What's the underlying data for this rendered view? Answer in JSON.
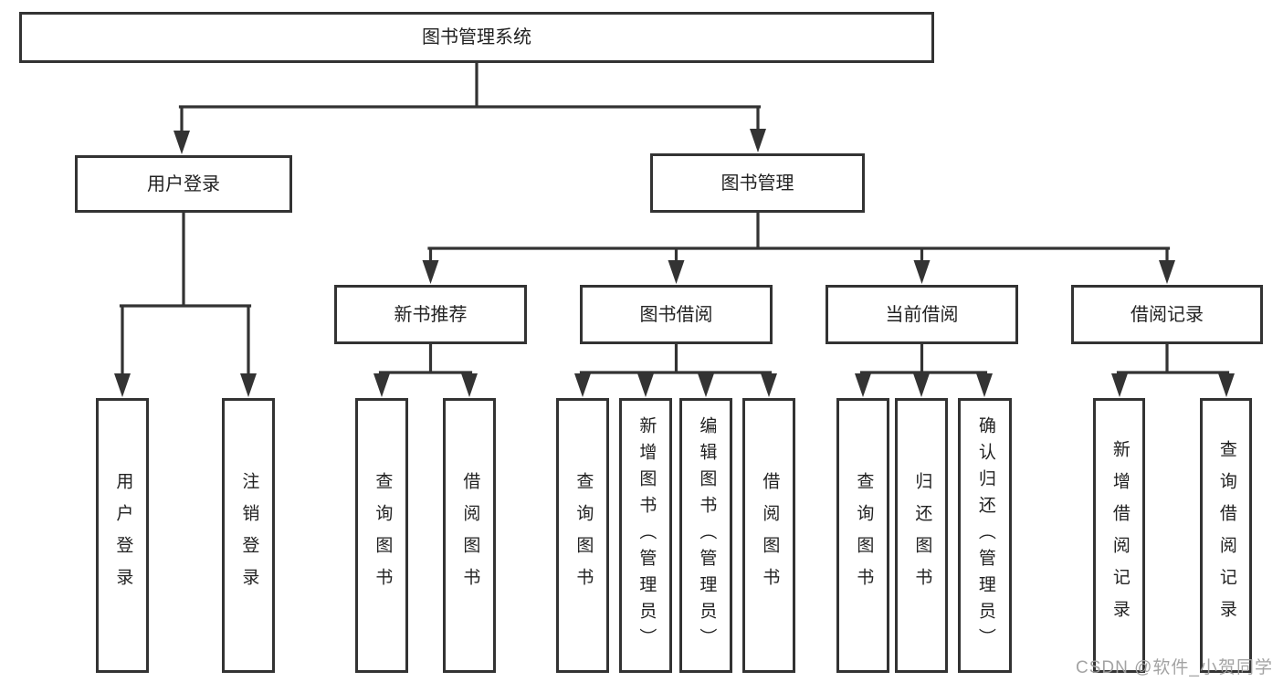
{
  "diagram": {
    "type": "hierarchy-tree",
    "colors": {
      "line": "#333333",
      "box_border": "#333333",
      "box_fill": "#ffffff",
      "text": "#222222",
      "watermark": "#9e9e9e",
      "background": "#ffffff"
    },
    "nodes": {
      "root": {
        "label": "图书管理系统"
      },
      "branches": [
        {
          "label": "用户登录",
          "children": [
            "用户登录",
            "注销登录"
          ]
        },
        {
          "label": "图书管理",
          "sections": [
            {
              "label": "新书推荐",
              "children": [
                "查询图书",
                "借阅图书"
              ]
            },
            {
              "label": "图书借阅",
              "children": [
                "查询图书",
                "新增图书（管理员）",
                "编辑图书（管理员）",
                "借阅图书"
              ]
            },
            {
              "label": "当前借阅",
              "children": [
                "查询图书",
                "归还图书",
                "确认归还（管理员）"
              ]
            },
            {
              "label": "借阅记录",
              "children": [
                "新增借阅记录",
                "查询借阅记录"
              ]
            }
          ]
        }
      ]
    },
    "watermark": {
      "text": "CSDN @软件_小贺同学"
    }
  }
}
